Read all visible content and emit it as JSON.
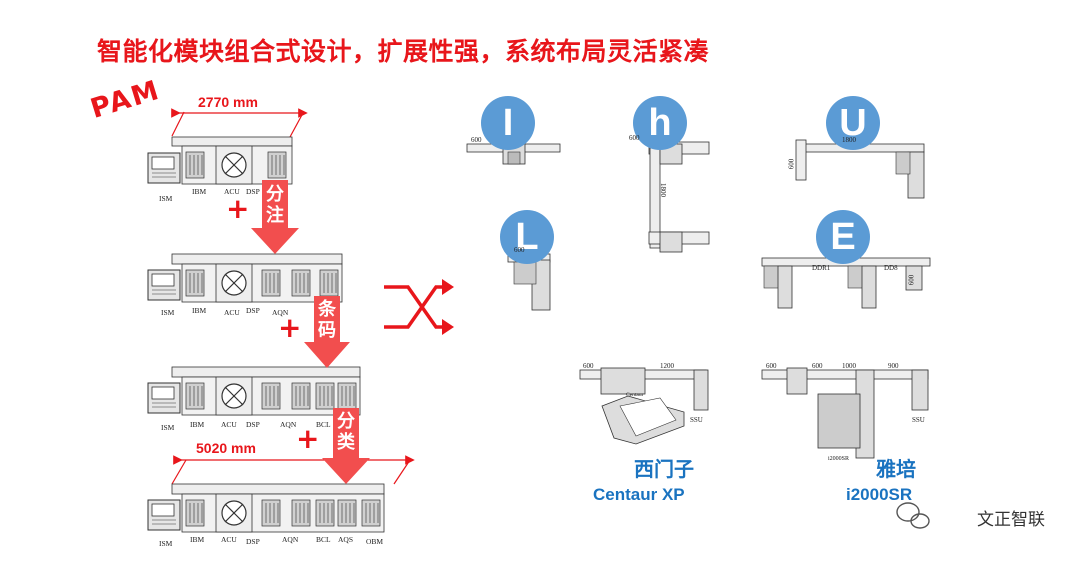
{
  "title": "智能化模块组合式设计，扩展性强，系统布局灵活紧凑",
  "brand": "PAM",
  "dimensions": {
    "top": "2770 mm",
    "bottom": "5020 mm"
  },
  "plus": "+",
  "arrows": [
    {
      "label": "分注"
    },
    {
      "label": "条码"
    },
    {
      "label": "分类"
    }
  ],
  "module_labels": {
    "ism": "ISM",
    "ibm": "IBM",
    "acu": "ACU",
    "dsp": "DSP",
    "aqn": "AQN",
    "bcl": "BCL",
    "aqs": "AQS",
    "obm": "OBM"
  },
  "layouts": [
    "I",
    "h",
    "U",
    "L",
    "E"
  ],
  "layout_dims": {
    "i_600": "600",
    "h_600": "600",
    "h_1800": "1800",
    "u_600": "600",
    "u_1800": "1800",
    "l_600": "600",
    "e_ddr1": "DDR1",
    "e_dd8": "DD8",
    "e_600": "600"
  },
  "products": {
    "centaur": {
      "cn": "西门子",
      "en": "Centaur XP",
      "dims": [
        "600",
        "1200"
      ],
      "ssu": "SSU",
      "tag": "Centaur"
    },
    "i2000": {
      "cn": "雅培",
      "en": "i2000SR",
      "dims": [
        "600",
        "600",
        "1000",
        "900"
      ],
      "ssu": "SSU",
      "tag": "i2000SR"
    }
  },
  "watermark": "文正智联",
  "colors": {
    "red": "#e8161b",
    "blue": "#1a73c0",
    "circle": "#5b9bd5"
  }
}
